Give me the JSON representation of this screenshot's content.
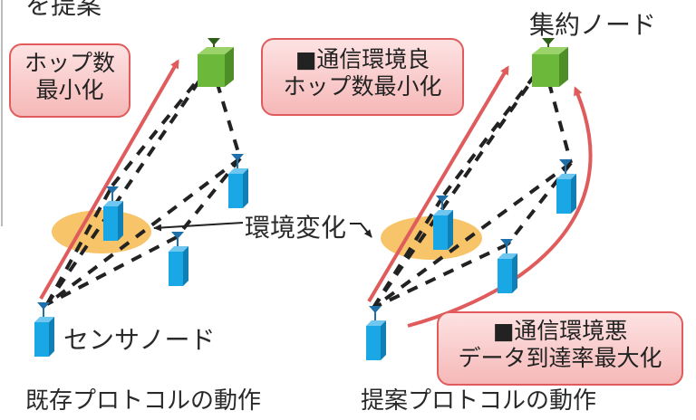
{
  "labels": {
    "top_left_partial": "を提案",
    "aggregation_node": "集約ノード",
    "sensor_node": "センサノード",
    "env_change": "環境変化",
    "existing_caption": "既存プロトコルの動作",
    "proposed_caption": "提案プロトコルの動作"
  },
  "callouts": {
    "left": [
      "ホップ数",
      "最小化"
    ],
    "right_top": [
      "■通信環境良",
      "ホップ数最小化"
    ],
    "right_bottom": [
      "■通信環境悪",
      "データ到達率最大化"
    ]
  },
  "colors": {
    "red_arrow": "#e05c5c",
    "callout_fill": "#f9c9c9",
    "sensor_blue": "#1aa7e6",
    "aggregator_green": "#6bb83a",
    "ellipse_orange": "#f7c46a",
    "dash_black": "#222222"
  }
}
